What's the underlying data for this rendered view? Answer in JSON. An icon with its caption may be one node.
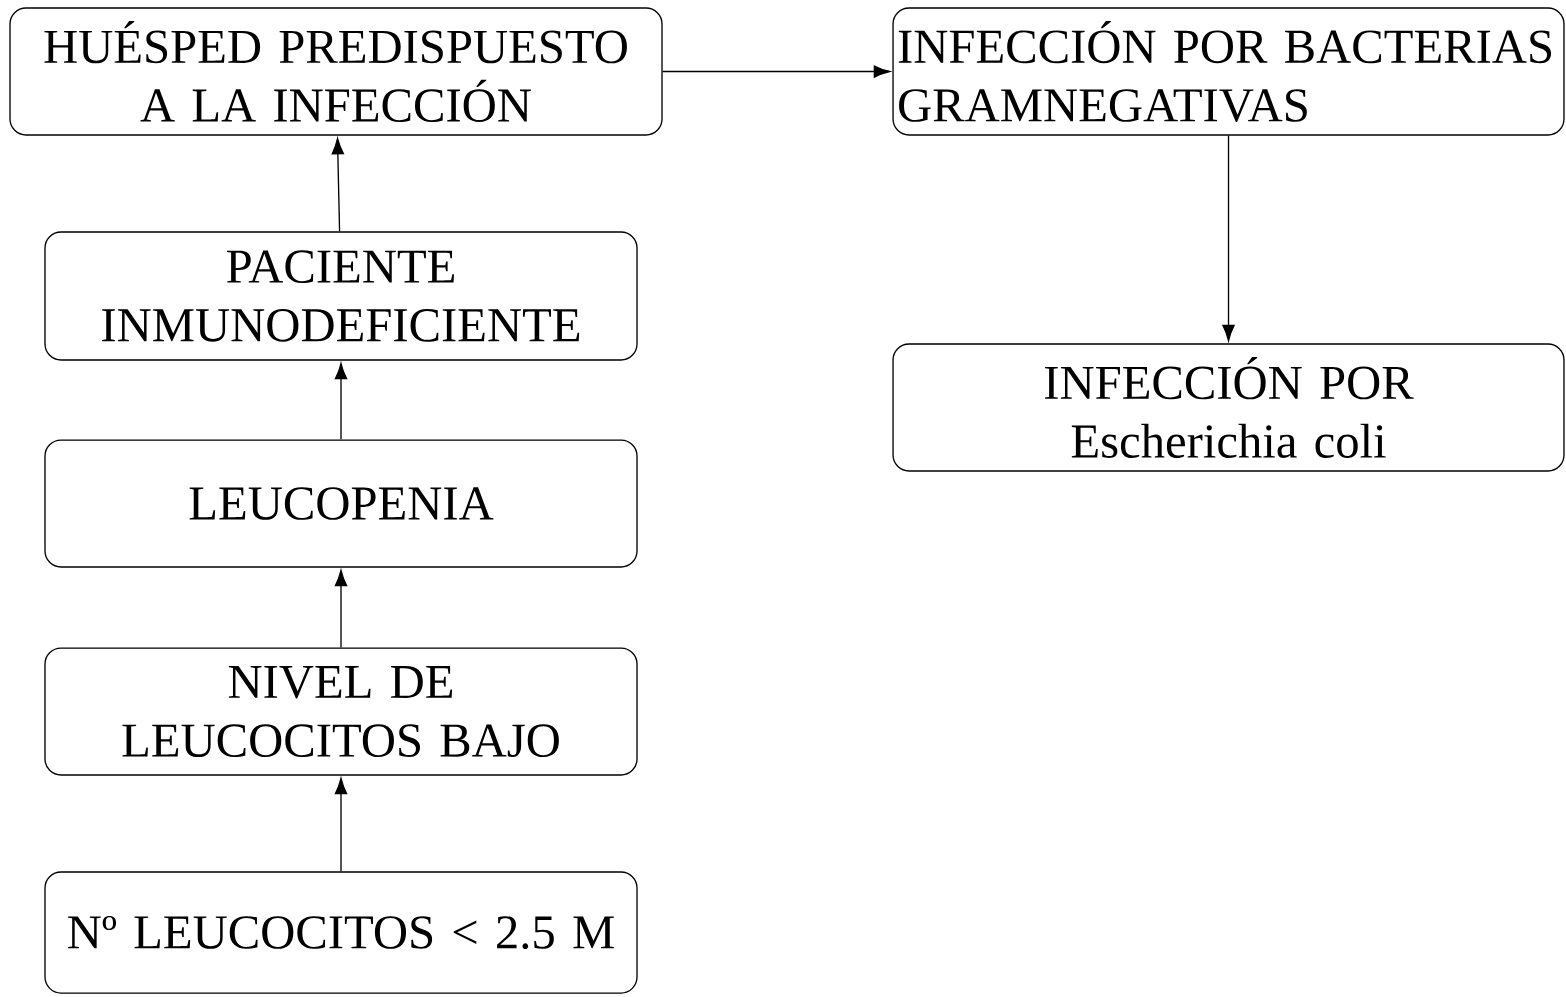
{
  "diagram": {
    "nodes": [
      {
        "text": [
          "HUÉSPED PREDISPUESTO A LA INFECCIÓN"
        ]
      },
      {
        "text": [
          "INFECCIÓN POR BACTERIAS GRAMNEGATIVAS"
        ]
      },
      {
        "text": [
          "PACIENTE INMUNODEFICIENTE"
        ]
      },
      {
        "text": [
          "LEUCOPENIA"
        ]
      },
      {
        "text": [
          "NIVEL DE LEUCOCITOS BAJO"
        ]
      },
      {
        "text": [
          "Nº LEUCOCITOS < 2.5 M"
        ]
      },
      {
        "text": [
          "INFECCIÓN POR Escherichia coli"
        ]
      }
    ],
    "edges": [
      {
        "from": 2,
        "to": 0,
        "arrow": "to"
      },
      {
        "from": 3,
        "to": 2,
        "arrow": "to"
      },
      {
        "from": 4,
        "to": 3,
        "arrow": "to"
      },
      {
        "from": 5,
        "to": 4,
        "arrow": "to"
      },
      {
        "from": 0,
        "to": 1,
        "arrow": "to"
      },
      {
        "from": 1,
        "to": 6,
        "arrow": "to"
      }
    ]
  }
}
